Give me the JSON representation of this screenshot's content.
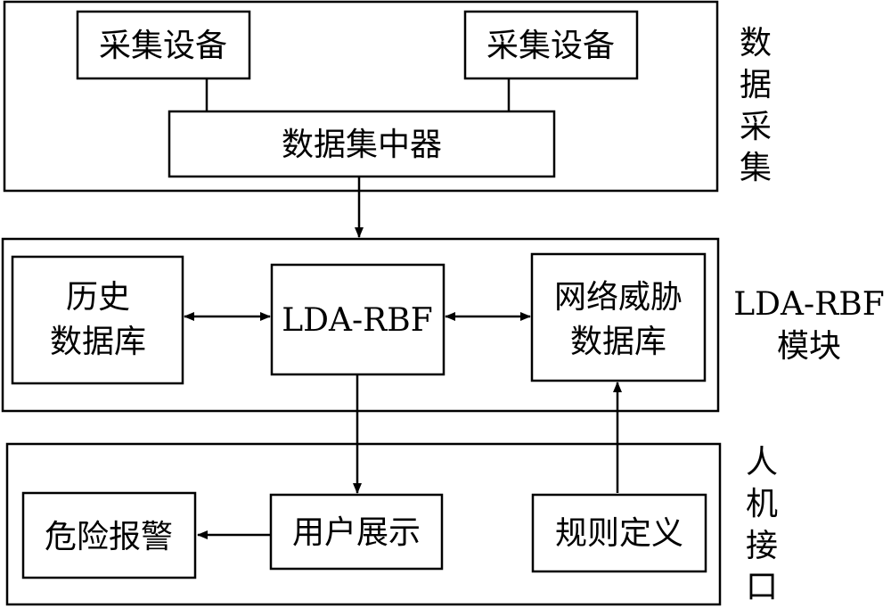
{
  "sections": {
    "data_collection": {
      "label_lines": [
        "数",
        "据",
        "采",
        "集"
      ],
      "device_left": "采集设备",
      "device_right": "采集设备",
      "concentrator": "数据集中器"
    },
    "lda_rbf_module": {
      "label_lines": [
        "LDA-RBF",
        "模块"
      ],
      "history_db": [
        "历史",
        "数据库"
      ],
      "lda_rbf": "LDA-RBF",
      "threat_db": [
        "网络威胁",
        "数据库"
      ]
    },
    "hci": {
      "label_lines": [
        "人",
        "机",
        "接",
        "口"
      ],
      "alarm": "危险报警",
      "user_display": "用户展示",
      "rule_def": "规则定义"
    }
  }
}
